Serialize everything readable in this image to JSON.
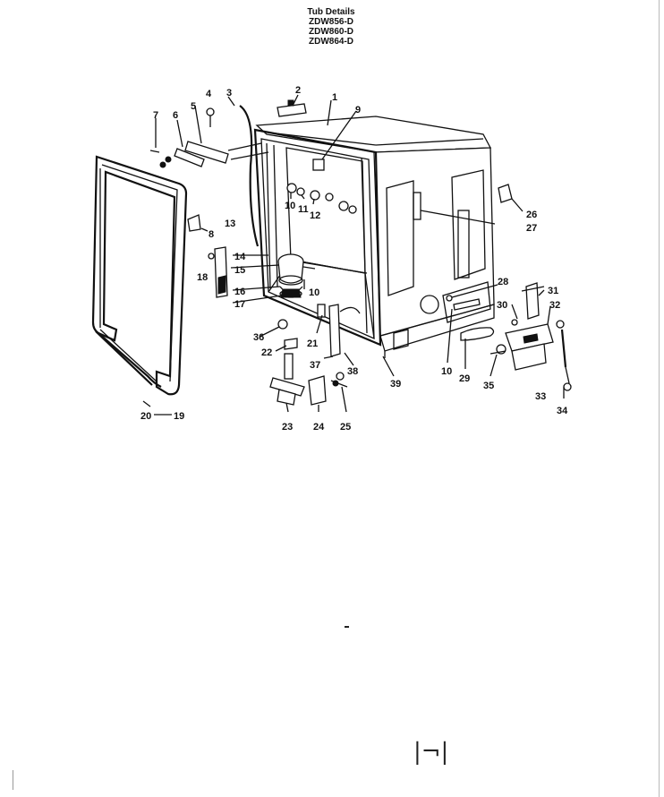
{
  "header": {
    "title": "Tub Details",
    "models": [
      "ZDW856-D",
      "ZDW860-D",
      "ZDW864-D"
    ]
  },
  "callouts": [
    "1",
    "2",
    "3",
    "4",
    "5",
    "6",
    "7",
    "8",
    "9",
    "10",
    "11",
    "12",
    "13",
    "14",
    "15",
    "16",
    "17",
    "18",
    "19",
    "20",
    "21",
    "22",
    "23",
    "24",
    "25",
    "26",
    "27",
    "28",
    "29",
    "30",
    "31",
    "32",
    "33",
    "34",
    "35",
    "36",
    "37",
    "38",
    "39",
    "10",
    "10"
  ],
  "footer": {
    "dash": "-",
    "handwritten_mark": "|¬|"
  }
}
